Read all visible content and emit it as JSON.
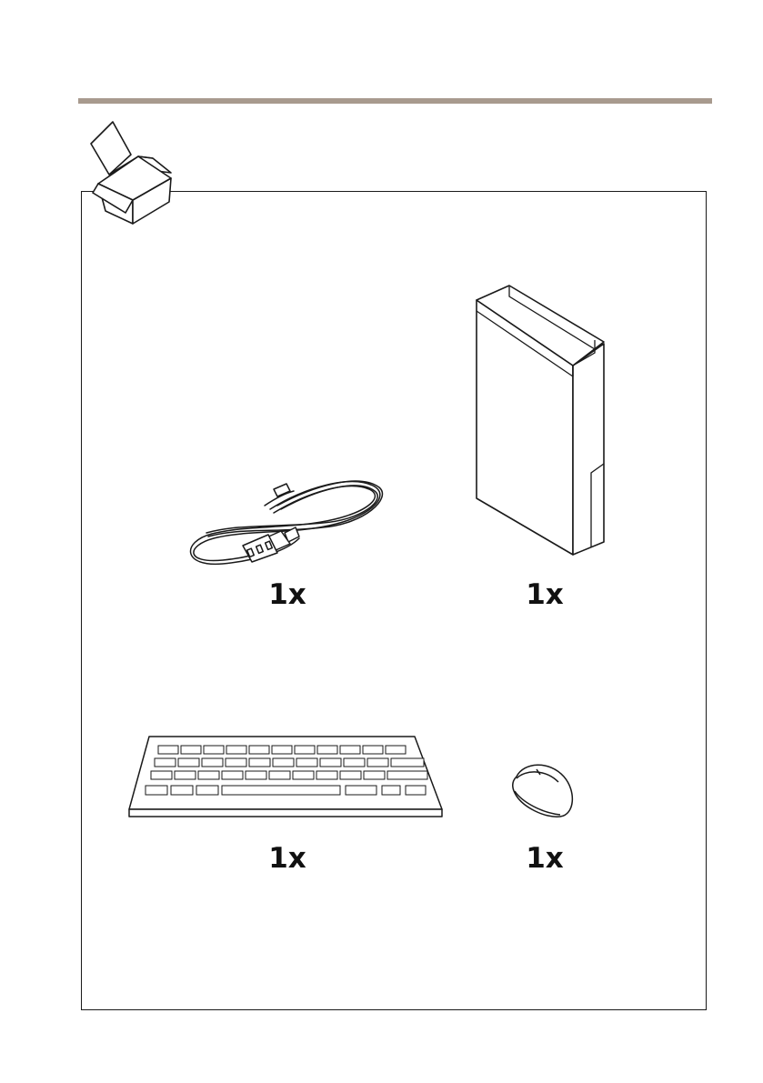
{
  "colors": {
    "rule": "#a89a8e",
    "line": "#1a1a1a",
    "fill": "#ffffff"
  },
  "icons": [
    "open-box-icon",
    "power-cable-icon",
    "computer-tower-icon",
    "keyboard-icon",
    "mouse-icon"
  ],
  "items": [
    {
      "name": "power-cable",
      "quantity": "1x"
    },
    {
      "name": "computer-unit",
      "quantity": "1x"
    },
    {
      "name": "keyboard",
      "quantity": "1x"
    },
    {
      "name": "mouse",
      "quantity": "1x"
    }
  ]
}
